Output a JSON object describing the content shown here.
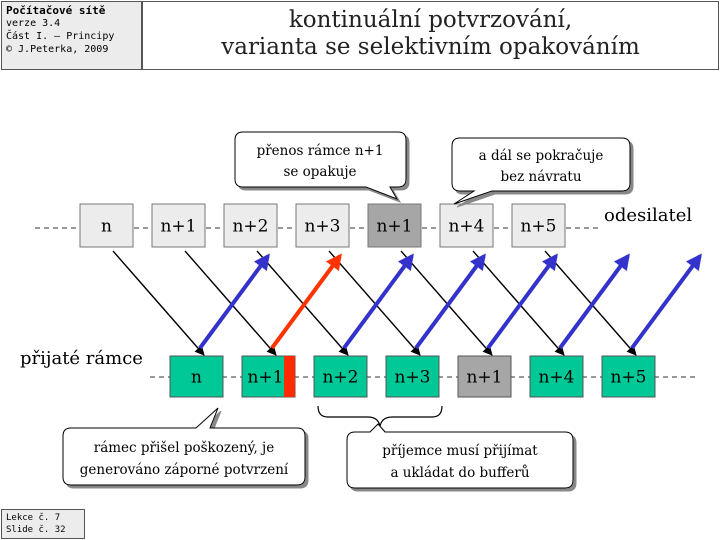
{
  "header": {
    "course": "Počítačové sítě",
    "version": "verze 3.4",
    "part": "Část I. – Principy",
    "author": "© J.Peterka, 2009"
  },
  "title": {
    "line1": "kontinuální potvrzování,",
    "line2": "varianta se selektivním opakováním"
  },
  "footer": {
    "lesson": "Lekce č. 7",
    "slide": "Slide č. 32"
  },
  "diagram": {
    "sender_label": "odesilatel",
    "receiver_label": "přijaté rámce",
    "sender_frames": [
      {
        "label": "n",
        "state": "normal"
      },
      {
        "label": "n+1",
        "state": "normal"
      },
      {
        "label": "n+2",
        "state": "normal"
      },
      {
        "label": "n+3",
        "state": "normal"
      },
      {
        "label": "n+1",
        "state": "retransmitted"
      },
      {
        "label": "n+4",
        "state": "normal"
      },
      {
        "label": "n+5",
        "state": "normal"
      }
    ],
    "received_frames": [
      {
        "label": "n",
        "state": "ok"
      },
      {
        "label": "n+1",
        "state": "damaged"
      },
      {
        "label": "n+2",
        "state": "ok"
      },
      {
        "label": "n+3",
        "state": "ok"
      },
      {
        "label": "n+1",
        "state": "retransmitted"
      },
      {
        "label": "n+4",
        "state": "ok"
      },
      {
        "label": "n+5",
        "state": "ok"
      }
    ],
    "callouts": {
      "retransmit": [
        "přenos rámce n+1",
        "se opakuje"
      ],
      "continue": [
        "a dál se pokračuje",
        "bez návratu"
      ],
      "damaged": [
        "rámec přišel poškozený, je",
        "generováno záporné potvrzení"
      ],
      "buffer": [
        "příjemce musí přijímat",
        "a ukládat do bufferů"
      ]
    },
    "colors": {
      "received_ok": "#00c896",
      "sender_frame": "#ececec",
      "retransmitted": "#a6a6a6",
      "damaged_marker": "#ff2a00",
      "positive_ack": "#3333cc",
      "negative_ack": "#ff3300",
      "data_arrow": "#000000"
    }
  }
}
